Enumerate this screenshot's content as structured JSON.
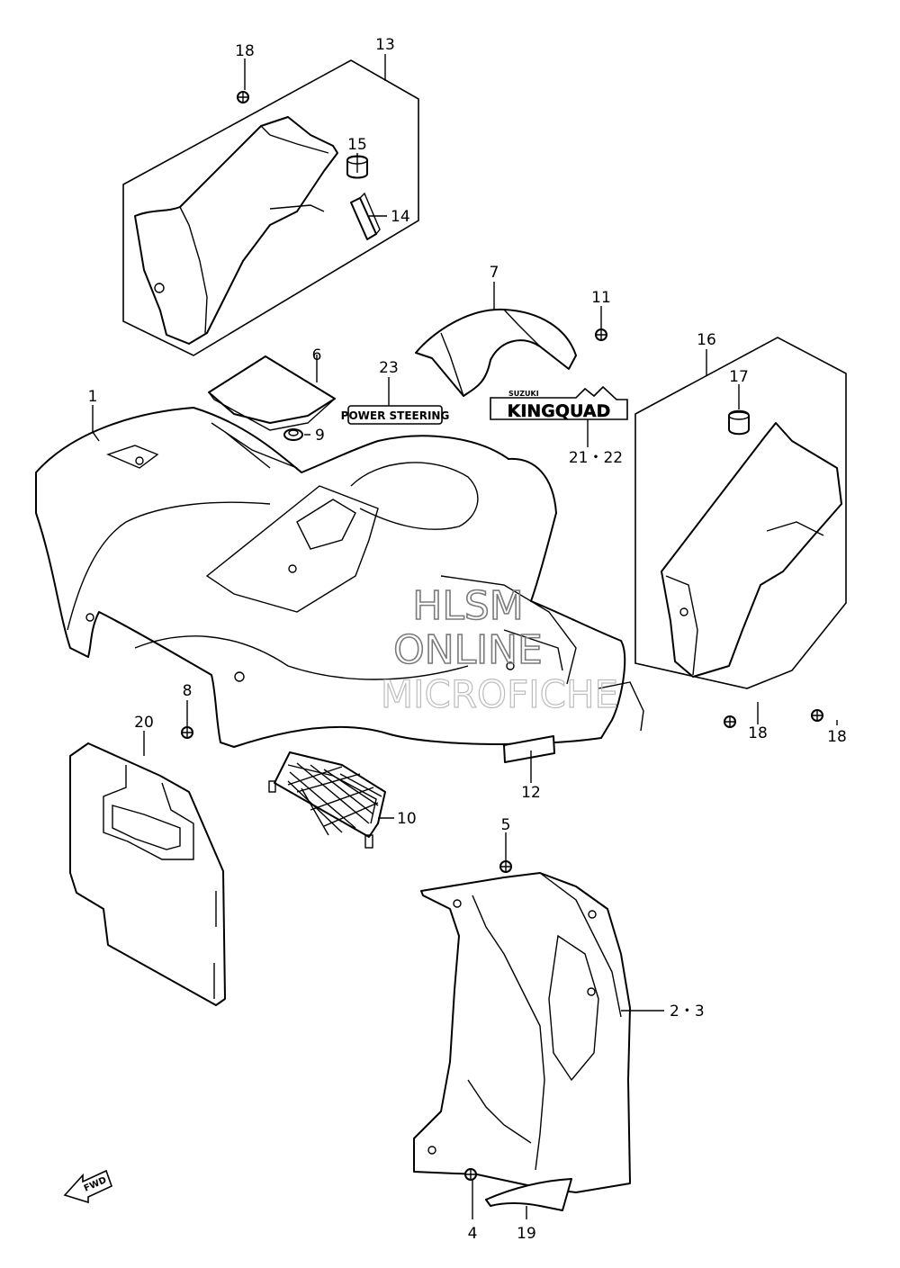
{
  "callouts": {
    "c1": "1",
    "c2_3": "2・3",
    "c4": "4",
    "c5": "5",
    "c6": "6",
    "c7": "7",
    "c8": "8",
    "c9": "9",
    "c10": "10",
    "c11": "11",
    "c12": "12",
    "c13": "13",
    "c14": "14",
    "c15": "15",
    "c16": "16",
    "c17": "17",
    "c18a": "18",
    "c18b": "18",
    "c18c": "18",
    "c19": "19",
    "c20": "20",
    "c21_22": "21・22",
    "c23": "23"
  },
  "decals": {
    "power_steering": "POWER STEERING",
    "kingquad": "KINGQUAD",
    "brand": "SUZUKI"
  },
  "fwd_arrow": "FWD",
  "watermark": {
    "line1": "HLSM",
    "line2": "ONLINE",
    "line3": "MICROFICHE"
  }
}
